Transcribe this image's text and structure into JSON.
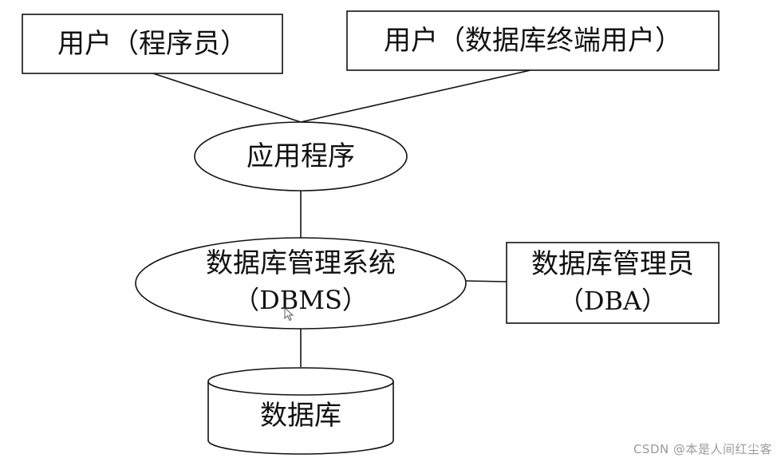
{
  "diagram": {
    "user_programmer": "用户（程序员）",
    "user_end": "用户（数据库终端用户）",
    "application": "应用程序",
    "dbms_line1": "数据库管理系统",
    "dbms_line2": "（DBMS）",
    "dba_line1": "数据库管理员",
    "dba_line2": "（DBA）",
    "database": "数据库"
  },
  "watermark": "CSDN @本是人间红尘客",
  "colors": {
    "stroke": "#111111",
    "background": "#ffffff"
  }
}
